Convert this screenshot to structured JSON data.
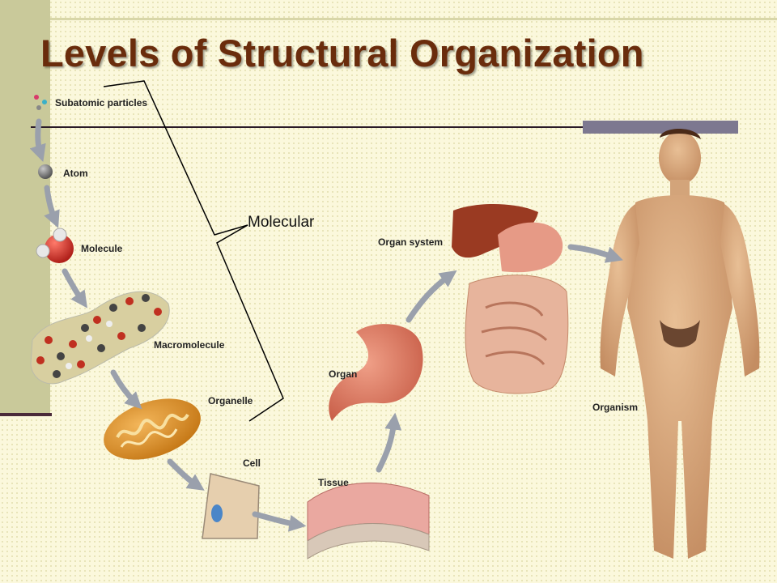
{
  "slide": {
    "title": "Levels of Structural Organization",
    "bracket_label": "Molecular"
  },
  "levels": [
    {
      "id": "subatomic",
      "label": "Subatomic particles"
    },
    {
      "id": "atom",
      "label": "Atom"
    },
    {
      "id": "molecule",
      "label": "Molecule"
    },
    {
      "id": "macromolecule",
      "label": "Macromolecule"
    },
    {
      "id": "organelle",
      "label": "Organelle"
    },
    {
      "id": "cell",
      "label": "Cell"
    },
    {
      "id": "tissue",
      "label": "Tissue"
    },
    {
      "id": "organ",
      "label": "Organ"
    },
    {
      "id": "organ-system",
      "label": "Organ system"
    },
    {
      "id": "organism",
      "label": "Organism"
    }
  ],
  "colors": {
    "background": "#fbf8dc",
    "title": "#6a2c0c",
    "band": "#c9c99a",
    "arrow": "#9aa0ac",
    "divider": "#2a1a28",
    "accent_bar": "#7d7890"
  }
}
